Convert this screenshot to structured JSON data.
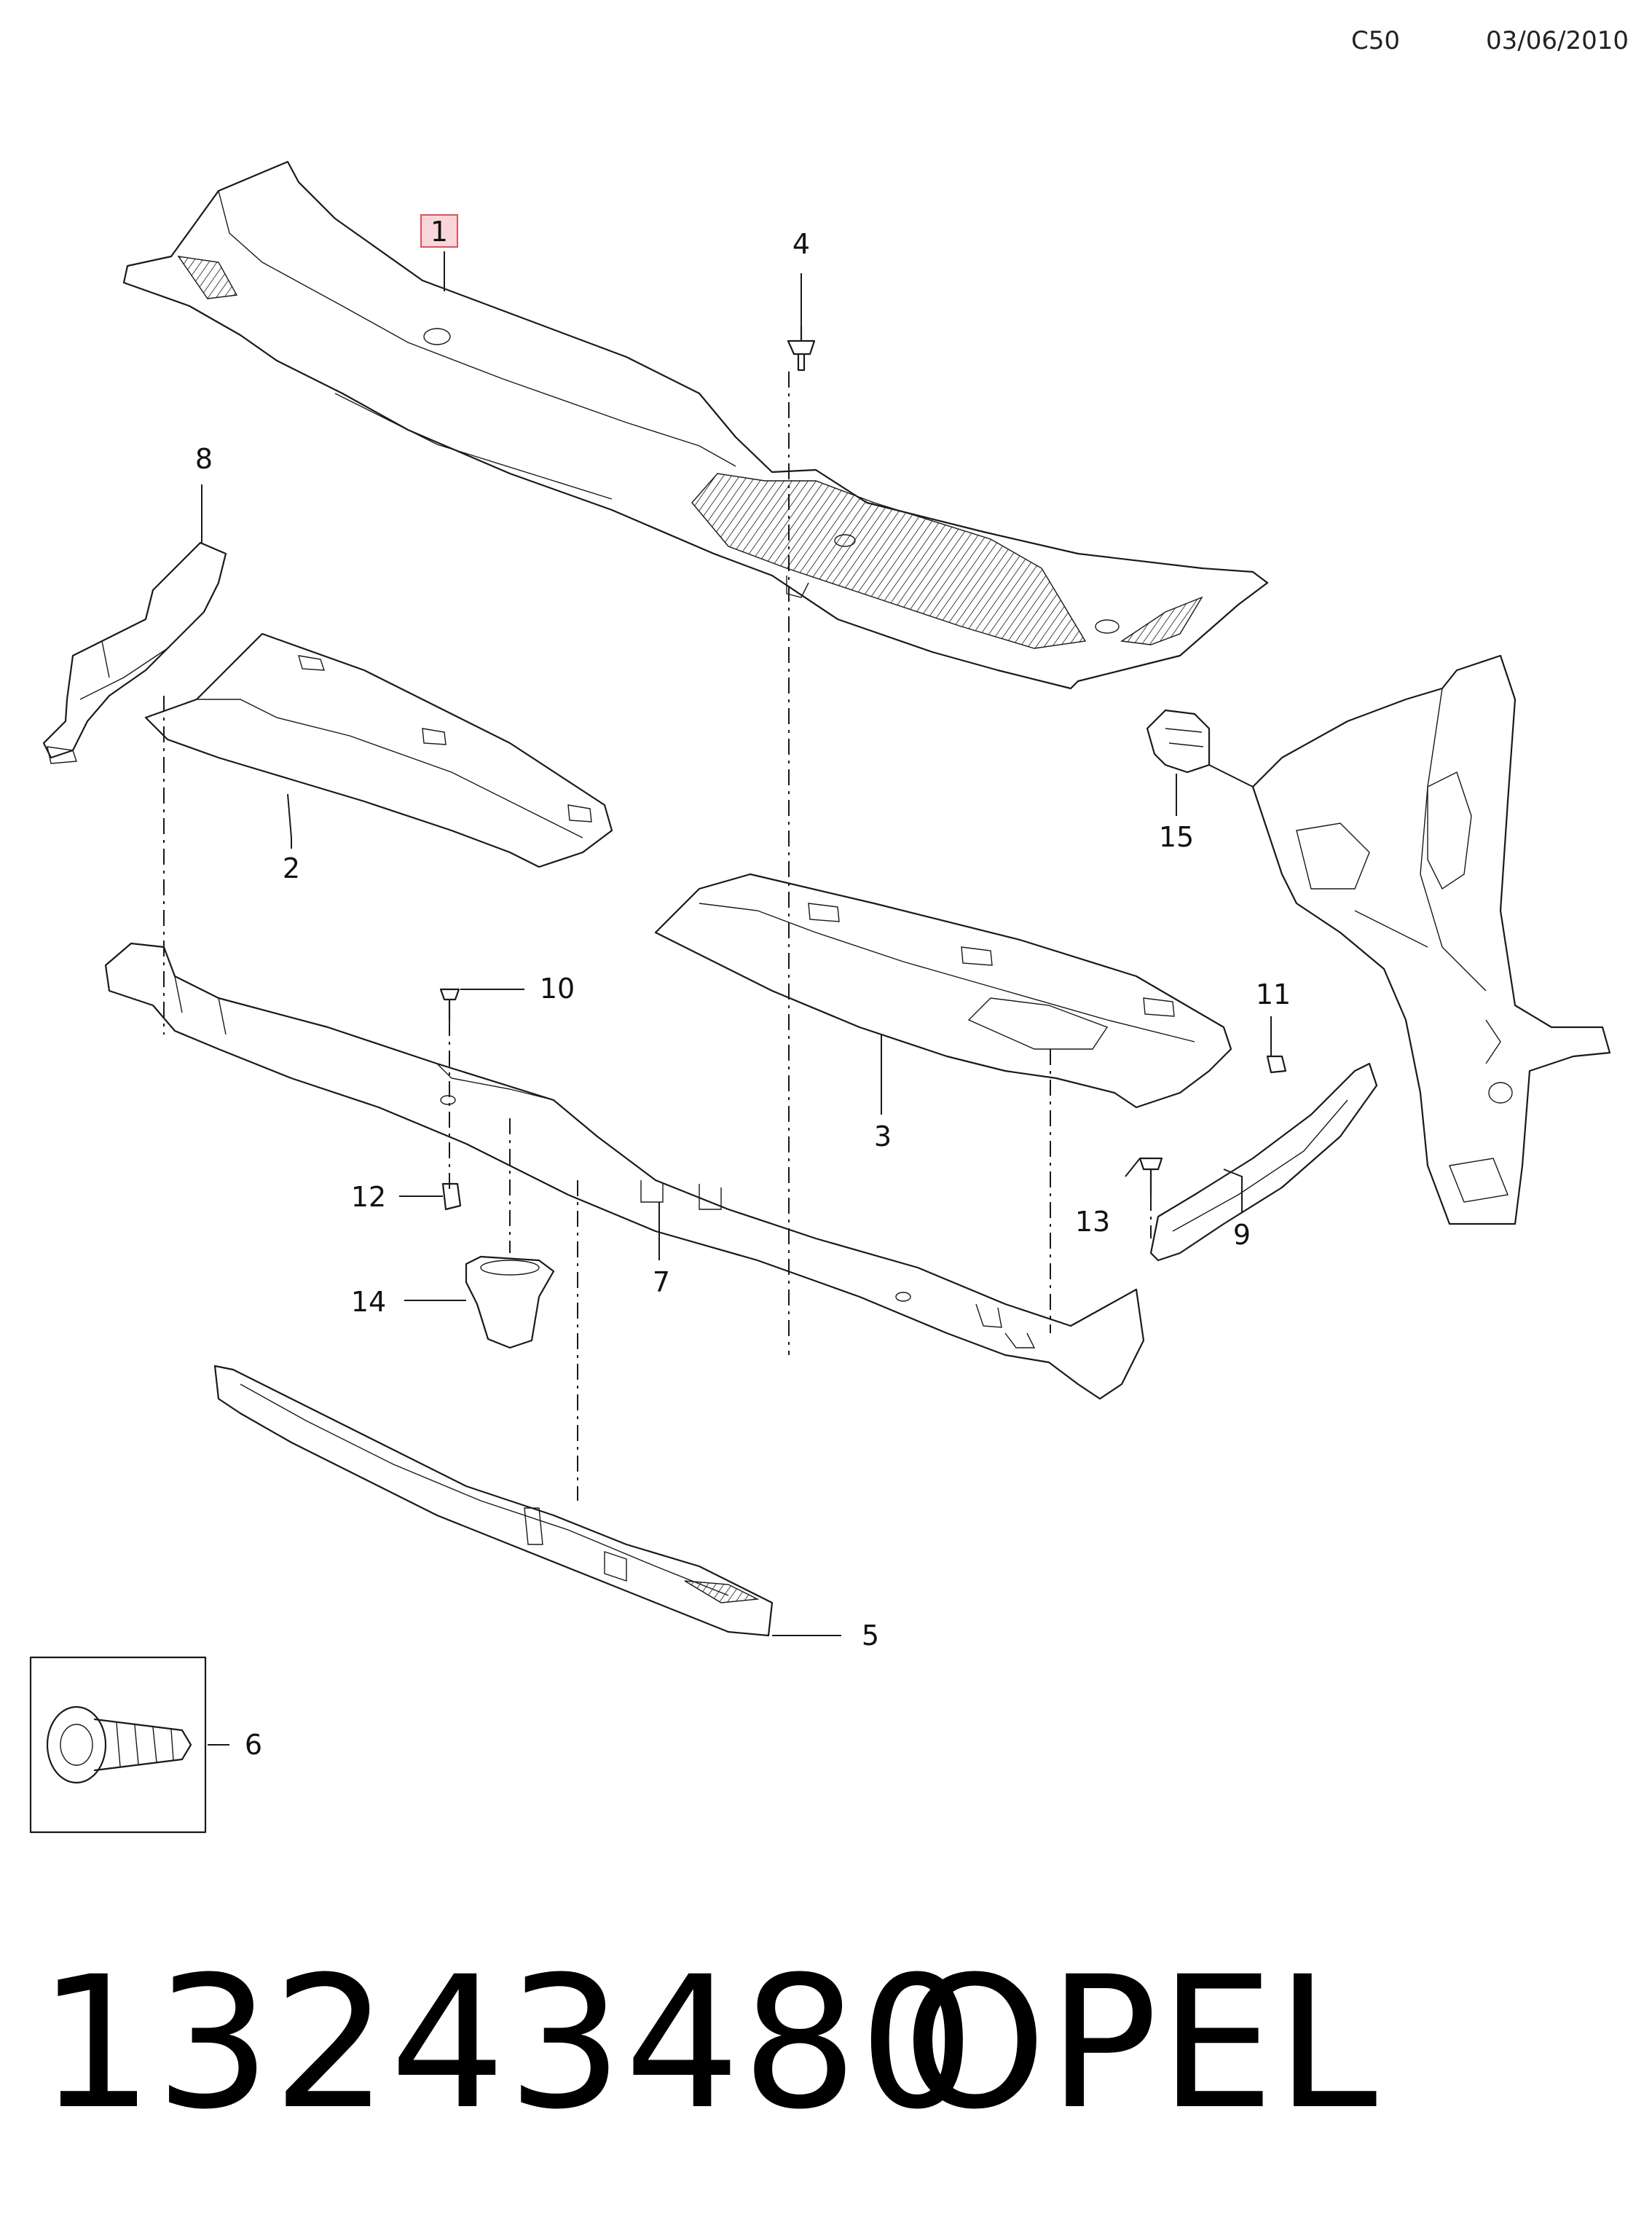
{
  "header": {
    "code": "C50",
    "date": "03/06/2010"
  },
  "callouts": [
    {
      "id": "1",
      "label": "1",
      "highlighted": true
    },
    {
      "id": "2",
      "label": "2"
    },
    {
      "id": "3",
      "label": "3"
    },
    {
      "id": "4",
      "label": "4"
    },
    {
      "id": "5",
      "label": "5"
    },
    {
      "id": "6",
      "label": "6"
    },
    {
      "id": "7",
      "label": "7"
    },
    {
      "id": "8",
      "label": "8"
    },
    {
      "id": "9",
      "label": "9"
    },
    {
      "id": "10",
      "label": "10"
    },
    {
      "id": "11",
      "label": "11"
    },
    {
      "id": "12",
      "label": "12"
    },
    {
      "id": "13",
      "label": "13"
    },
    {
      "id": "14",
      "label": "14"
    },
    {
      "id": "15",
      "label": "15"
    }
  ],
  "footer": {
    "part_number": "13243480",
    "brand": "OPEL"
  },
  "colors": {
    "highlight_fill": "#f9d6d9",
    "highlight_stroke": "#d9535c",
    "line": "#1a1a1a"
  }
}
